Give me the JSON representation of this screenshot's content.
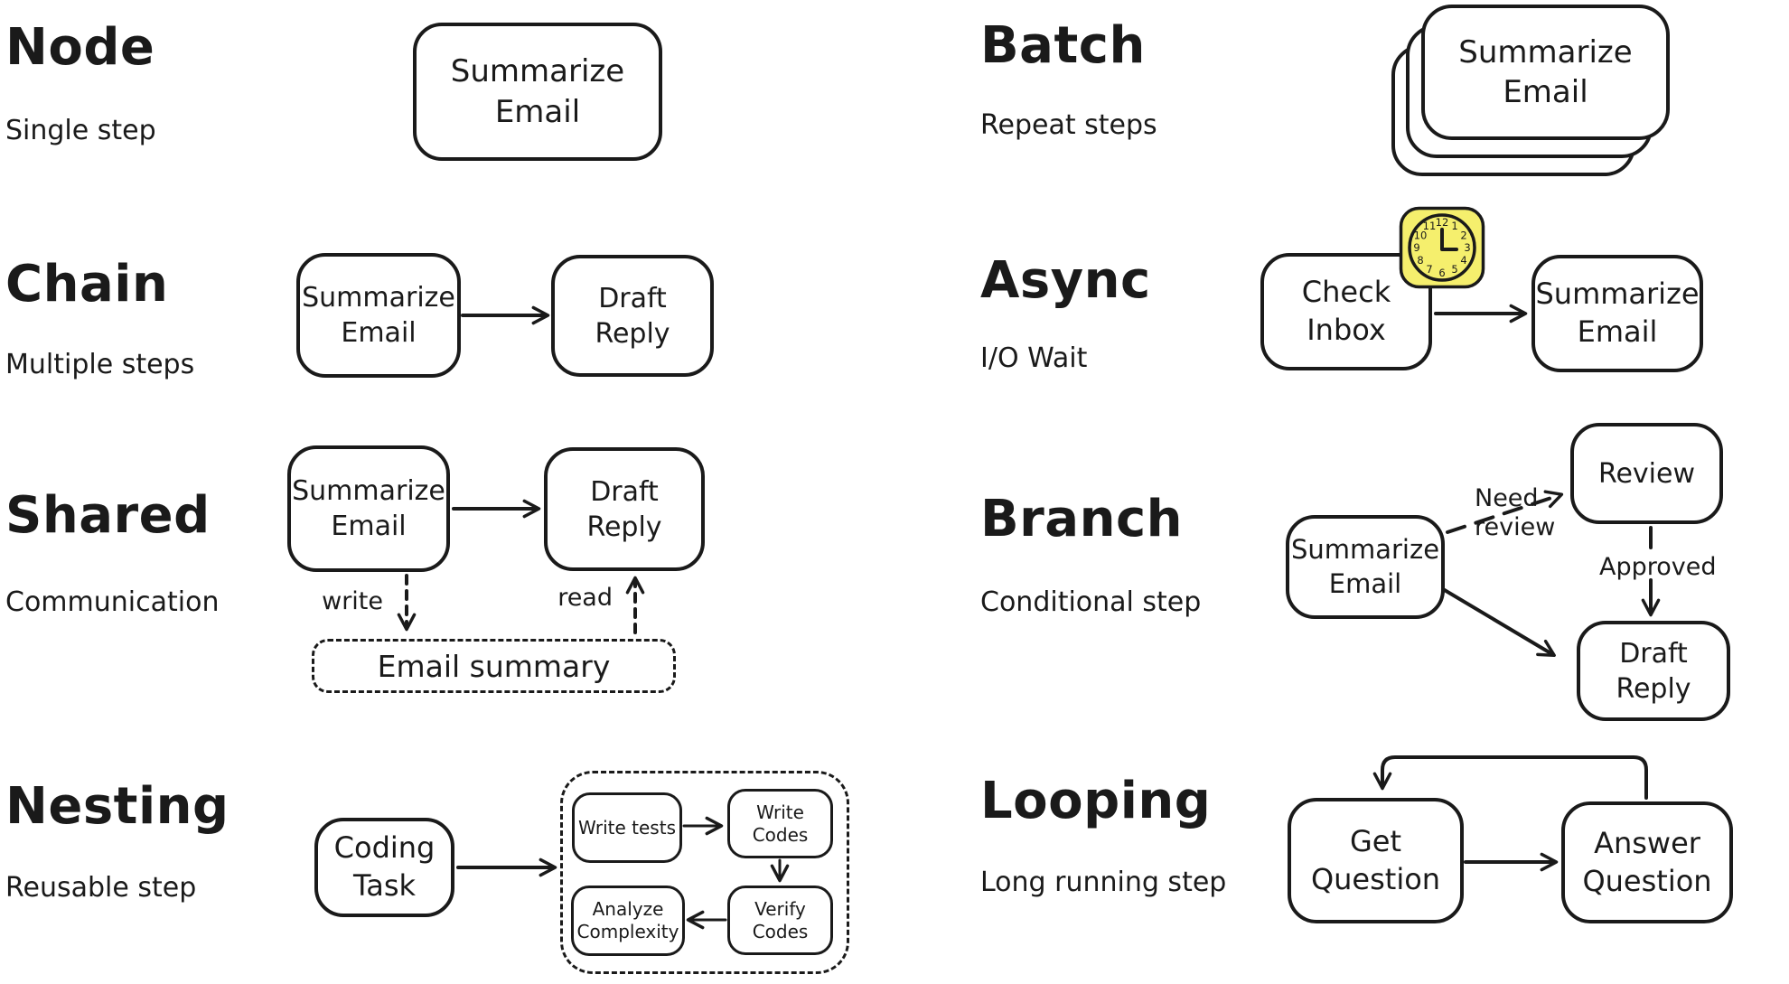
{
  "theme": {
    "background": "#ffffff",
    "ink": "#1a1a1a",
    "clock_yellow": "#f5ef6d"
  },
  "sections": {
    "node": {
      "title": "Node",
      "subtitle": "Single step",
      "box": "Summarize Email"
    },
    "chain": {
      "title": "Chain",
      "subtitle": "Multiple steps",
      "boxes": [
        "Summarize Email",
        "Draft Reply"
      ]
    },
    "shared": {
      "title": "Shared",
      "subtitle": "Communication",
      "boxes": [
        "Summarize Email",
        "Draft Reply"
      ],
      "write_label": "write",
      "read_label": "read",
      "store": "Email summary"
    },
    "nesting": {
      "title": "Nesting",
      "subtitle": "Reusable step",
      "task_box": "Coding Task",
      "inner_boxes": [
        "Write tests",
        "Write Codes",
        "Verify Codes",
        "Analyze Complexity"
      ]
    },
    "batch": {
      "title": "Batch",
      "subtitle": "Repeat steps",
      "box": "Summarize Email"
    },
    "async": {
      "title": "Async",
      "subtitle": "I/O Wait",
      "boxes": [
        "Check Inbox",
        "Summarize Email"
      ],
      "icon": "clock-icon"
    },
    "branch": {
      "title": "Branch",
      "subtitle": "Conditional step",
      "source_box": "Summarize Email",
      "review_box": "Review",
      "reply_box": "Draft Reply",
      "need_review_label": "Need review",
      "approved_label": "Approved"
    },
    "looping": {
      "title": "Looping",
      "subtitle": "Long running step",
      "boxes": [
        "Get Question",
        "Answer Question"
      ]
    }
  }
}
